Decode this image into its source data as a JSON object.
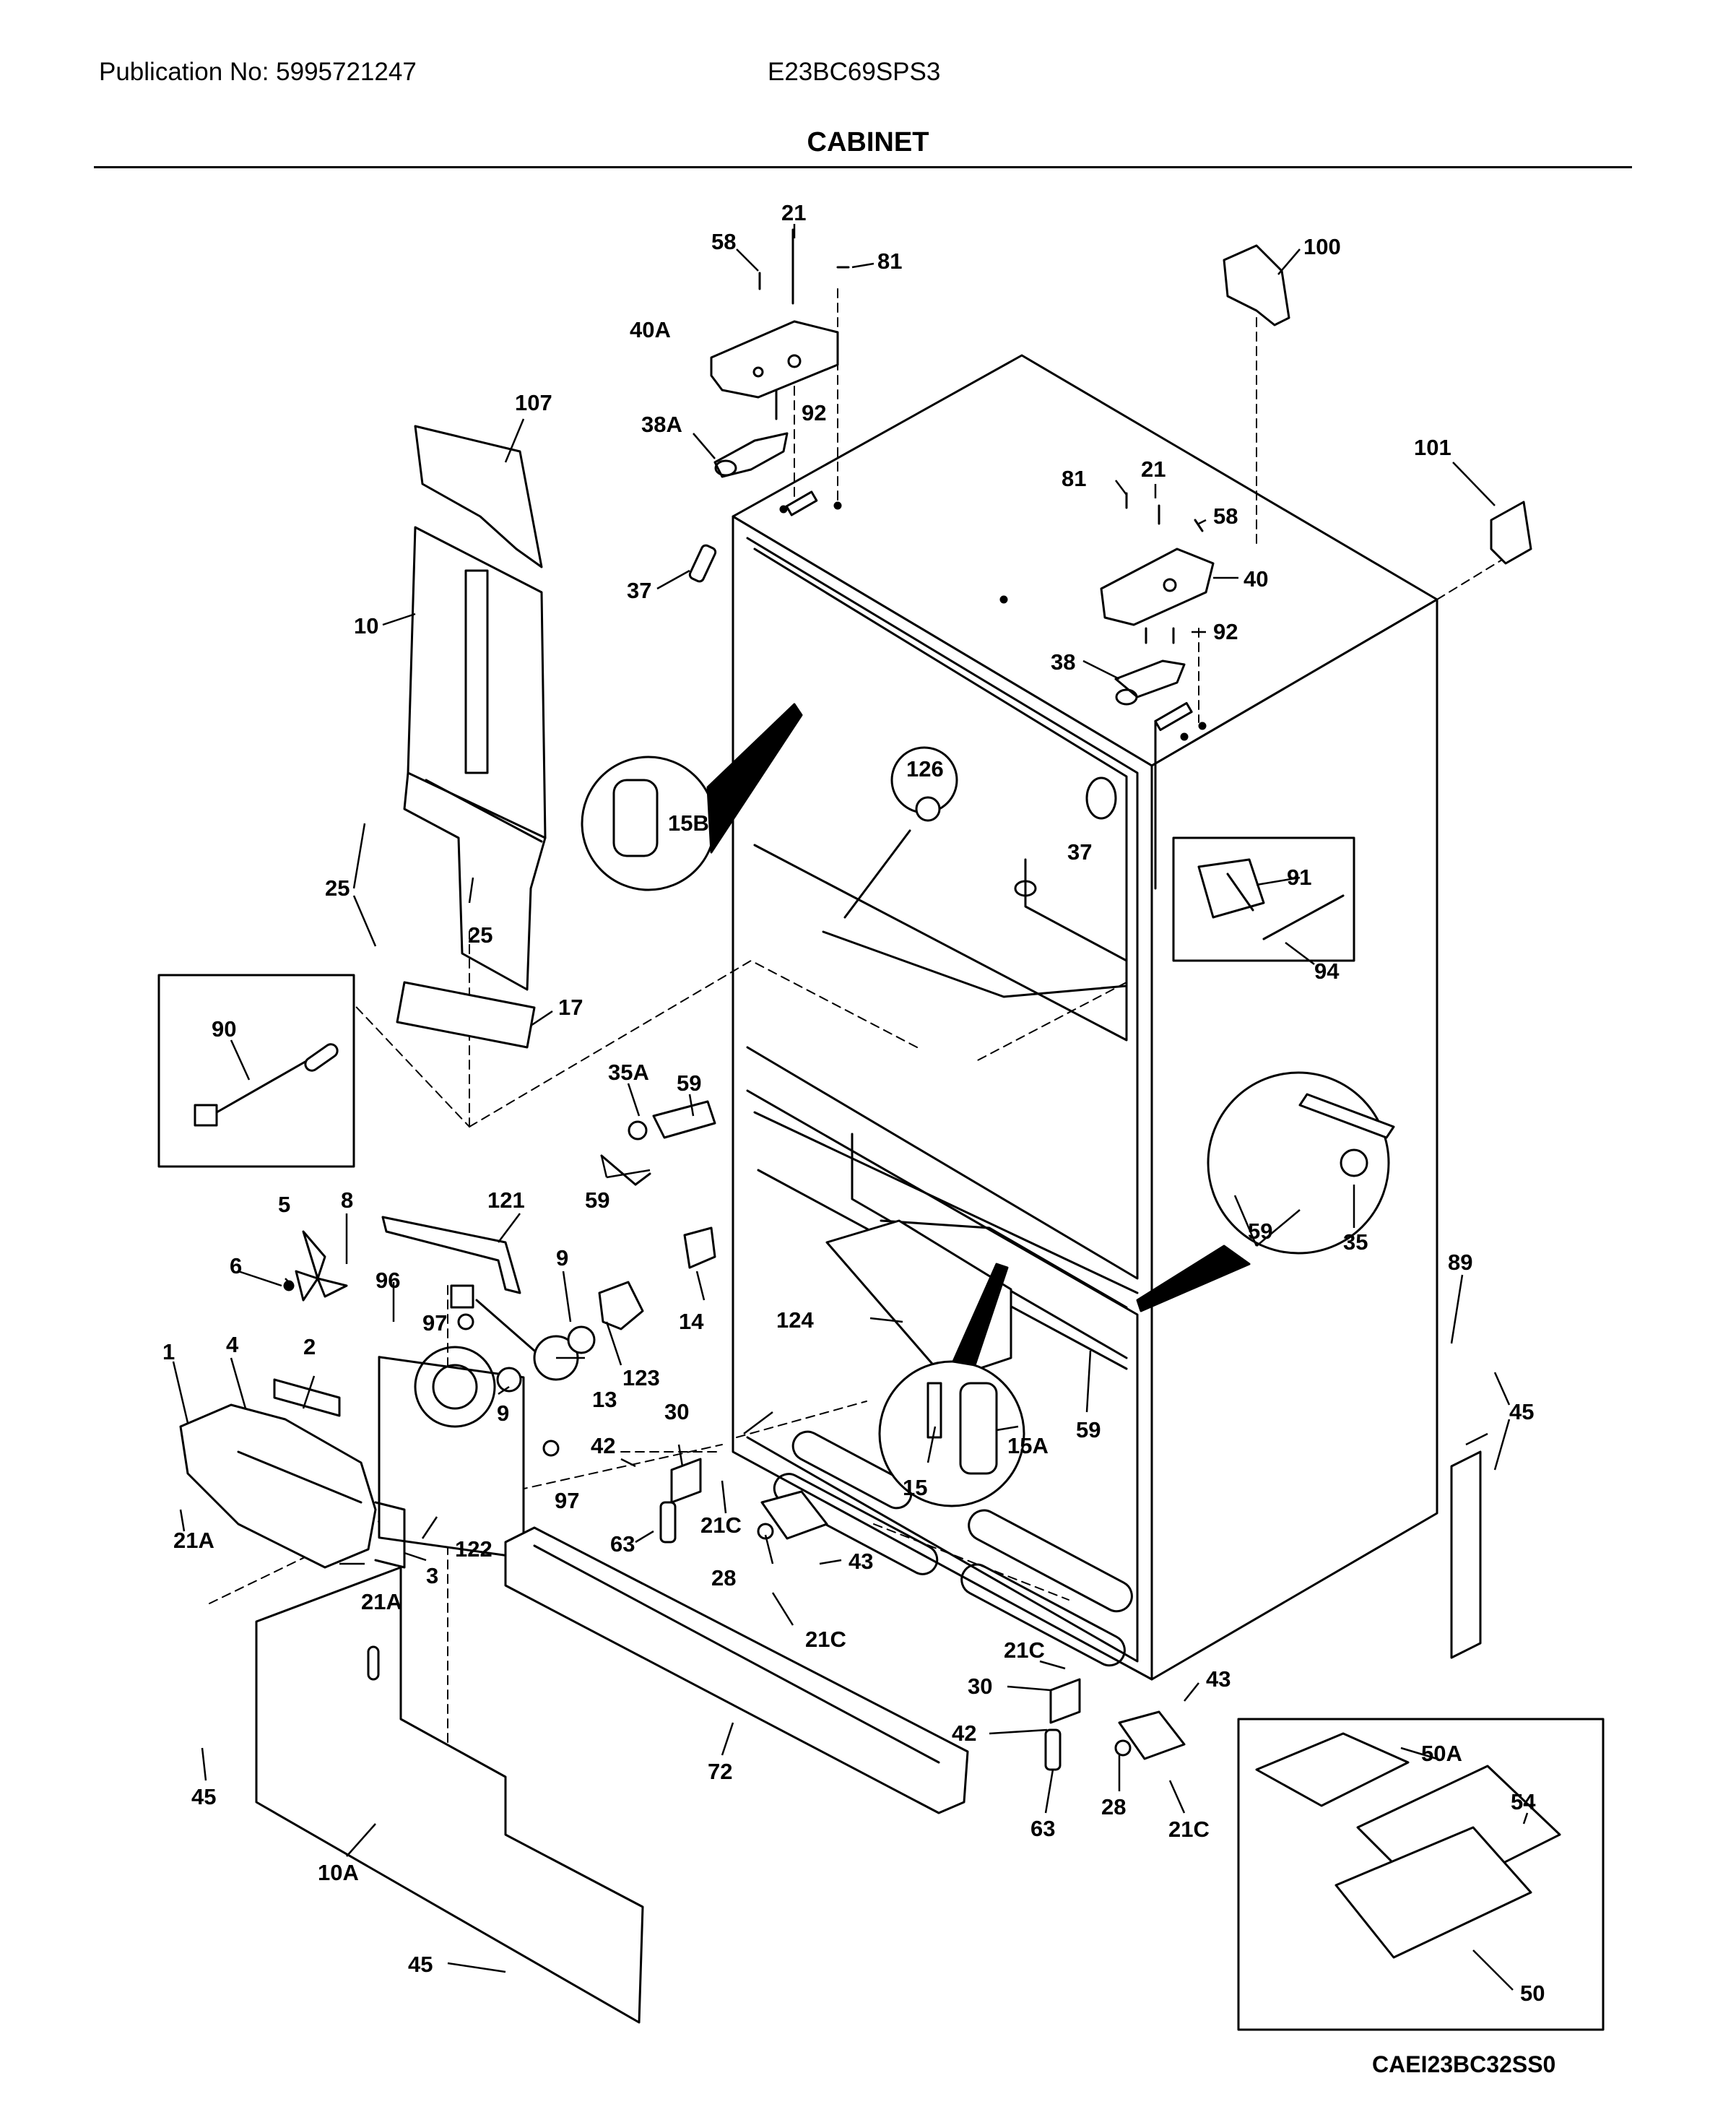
{
  "header": {
    "publication": "Publication No: 5995721247",
    "model": "E23BC69SPS3",
    "title": "CABINET"
  },
  "footer": {
    "diagram_code": "CAEI23BC32SS0"
  },
  "callouts": [
    {
      "id": "21",
      "text": "21"
    },
    {
      "id": "58",
      "text": "58"
    },
    {
      "id": "81",
      "text": "81"
    },
    {
      "id": "40A",
      "text": "40A"
    },
    {
      "id": "100",
      "text": "100"
    },
    {
      "id": "107",
      "text": "107"
    },
    {
      "id": "38A",
      "text": "38A"
    },
    {
      "id": "92",
      "text": "92"
    },
    {
      "id": "101",
      "text": "101"
    },
    {
      "id": "81b",
      "text": "81"
    },
    {
      "id": "21b",
      "text": "21"
    },
    {
      "id": "58b",
      "text": "58"
    },
    {
      "id": "37",
      "text": "37"
    },
    {
      "id": "40",
      "text": "40"
    },
    {
      "id": "10",
      "text": "10"
    },
    {
      "id": "38",
      "text": "38"
    },
    {
      "id": "92b",
      "text": "92"
    },
    {
      "id": "126",
      "text": "126"
    },
    {
      "id": "15B",
      "text": "15B"
    },
    {
      "id": "37b",
      "text": "37"
    },
    {
      "id": "25",
      "text": "25"
    },
    {
      "id": "25b",
      "text": "25"
    },
    {
      "id": "91",
      "text": "91"
    },
    {
      "id": "94",
      "text": "94"
    },
    {
      "id": "17",
      "text": "17"
    },
    {
      "id": "90",
      "text": "90"
    },
    {
      "id": "59",
      "text": "59"
    },
    {
      "id": "35A",
      "text": "35A"
    },
    {
      "id": "59b",
      "text": "59"
    },
    {
      "id": "5",
      "text": "5"
    },
    {
      "id": "8",
      "text": "8"
    },
    {
      "id": "121",
      "text": "121"
    },
    {
      "id": "6",
      "text": "6"
    },
    {
      "id": "96",
      "text": "96"
    },
    {
      "id": "9",
      "text": "9"
    },
    {
      "id": "14",
      "text": "14"
    },
    {
      "id": "59c",
      "text": "59"
    },
    {
      "id": "35",
      "text": "35"
    },
    {
      "id": "89",
      "text": "89"
    },
    {
      "id": "97",
      "text": "97"
    },
    {
      "id": "124",
      "text": "124"
    },
    {
      "id": "123",
      "text": "123"
    },
    {
      "id": "1",
      "text": "1"
    },
    {
      "id": "4",
      "text": "4"
    },
    {
      "id": "2",
      "text": "2"
    },
    {
      "id": "13",
      "text": "13"
    },
    {
      "id": "9b",
      "text": "9"
    },
    {
      "id": "30",
      "text": "30"
    },
    {
      "id": "45",
      "text": "45"
    },
    {
      "id": "59d",
      "text": "59"
    },
    {
      "id": "15A",
      "text": "15A"
    },
    {
      "id": "42",
      "text": "42"
    },
    {
      "id": "97b",
      "text": "97"
    },
    {
      "id": "15",
      "text": "15"
    },
    {
      "id": "21A",
      "text": "21A"
    },
    {
      "id": "21C",
      "text": "21C"
    },
    {
      "id": "122",
      "text": "122"
    },
    {
      "id": "63",
      "text": "63"
    },
    {
      "id": "43",
      "text": "43"
    },
    {
      "id": "28",
      "text": "28"
    },
    {
      "id": "3",
      "text": "3"
    },
    {
      "id": "21Ab",
      "text": "21A"
    },
    {
      "id": "21Cb",
      "text": "21C"
    },
    {
      "id": "21Cc",
      "text": "21C"
    },
    {
      "id": "43b",
      "text": "43"
    },
    {
      "id": "30b",
      "text": "30"
    },
    {
      "id": "42b",
      "text": "42"
    },
    {
      "id": "50A",
      "text": "50A"
    },
    {
      "id": "45b",
      "text": "45"
    },
    {
      "id": "72",
      "text": "72"
    },
    {
      "id": "54",
      "text": "54"
    },
    {
      "id": "28b",
      "text": "28"
    },
    {
      "id": "63b",
      "text": "63"
    },
    {
      "id": "21Cd",
      "text": "21C"
    },
    {
      "id": "10A",
      "text": "10A"
    },
    {
      "id": "50",
      "text": "50"
    },
    {
      "id": "45c",
      "text": "45"
    }
  ]
}
